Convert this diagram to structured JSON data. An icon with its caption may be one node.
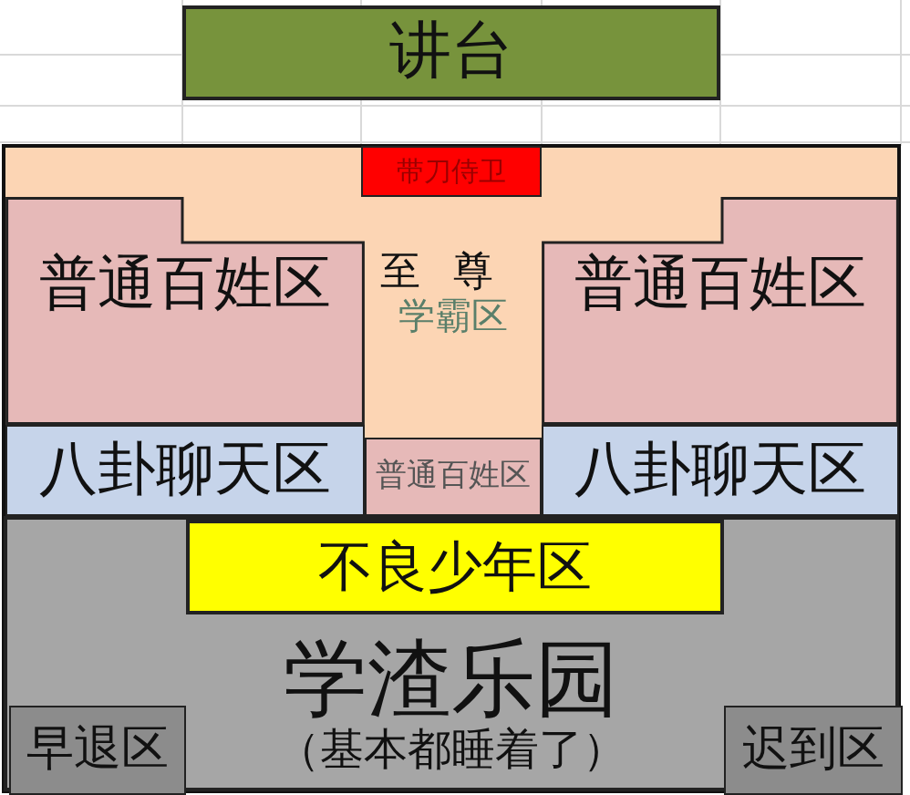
{
  "diagram": {
    "nodes": [
      {
        "text": [
          "讲台"
        ]
      },
      {
        "text": [
          "带刀侍卫"
        ]
      },
      {
        "text": [
          "普通百姓区"
        ]
      },
      {
        "text": [
          "至尊",
          "学霸区"
        ]
      },
      {
        "text": [
          "普通百姓区"
        ]
      },
      {
        "text": [
          "八卦聊天区"
        ]
      },
      {
        "text": [
          "普通百姓区"
        ]
      },
      {
        "text": [
          "八卦聊天区"
        ]
      },
      {
        "text": [
          "学渣乐园",
          "（基本都睡着了）"
        ]
      },
      {
        "text": [
          "不良少年区"
        ],
        "in": 8
      },
      {
        "text": [
          "早退区"
        ],
        "in": 8
      },
      {
        "text": [
          "迟到区"
        ],
        "in": 8
      }
    ]
  }
}
